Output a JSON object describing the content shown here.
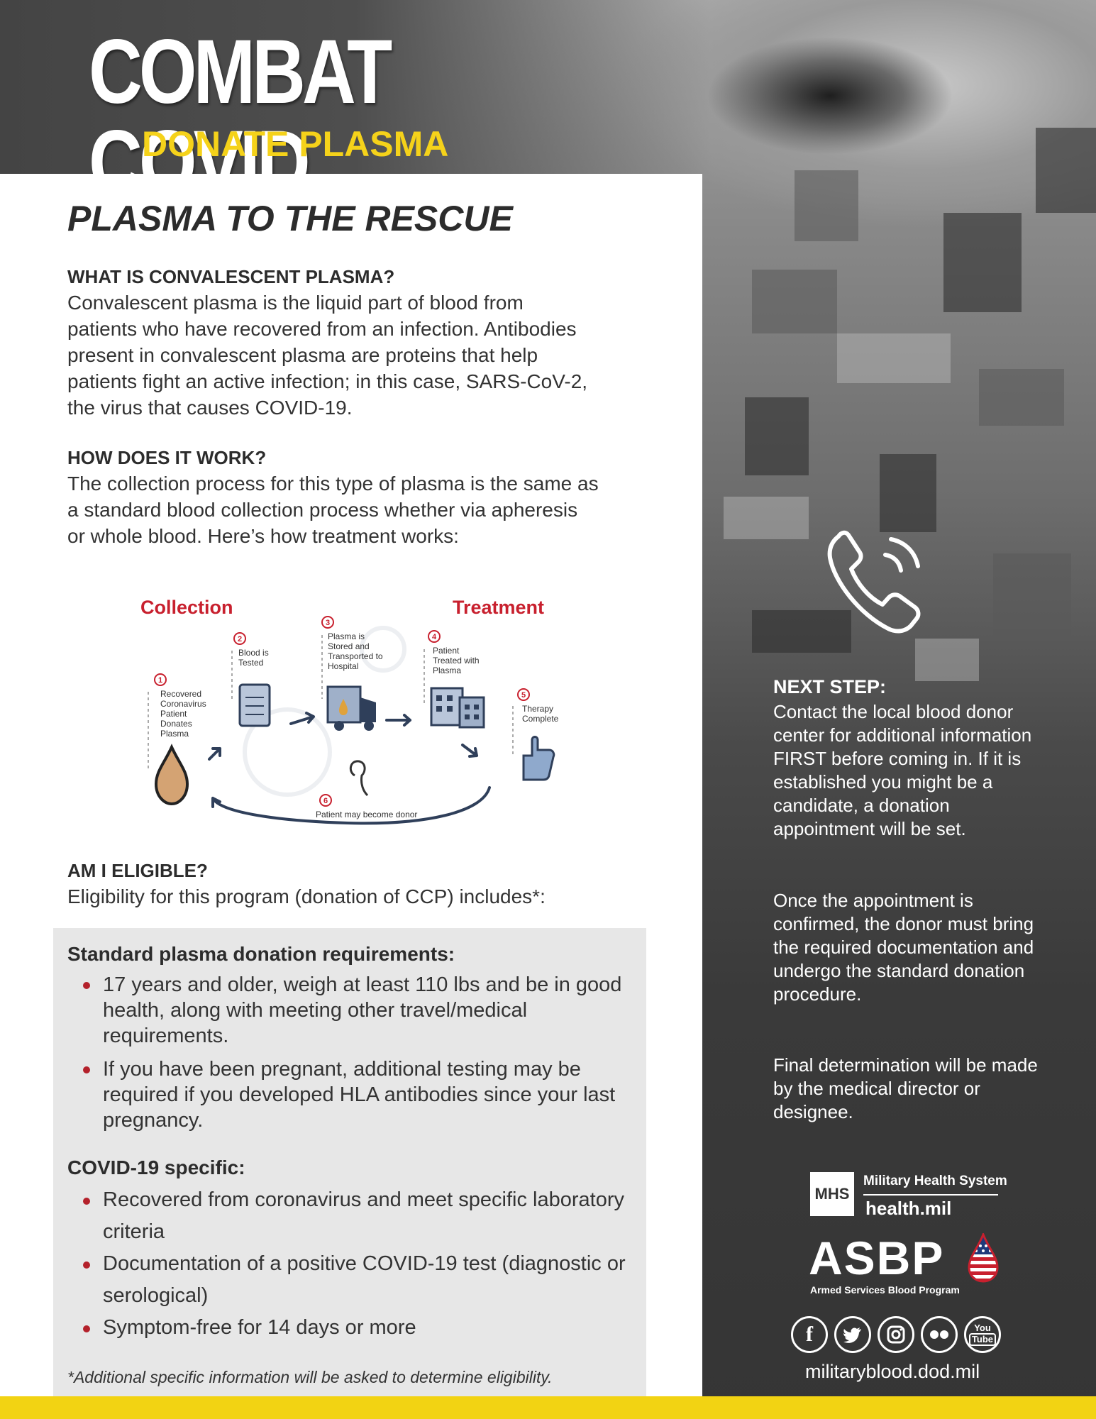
{
  "header": {
    "title": "COMBAT COVID",
    "subtitle": "DONATE PLASMA"
  },
  "main": {
    "title": "PLASMA TO THE RESCUE",
    "sections": [
      {
        "heading": "WHAT IS CONVALESCENT PLASMA?",
        "lines": [
          "Convalescent plasma is the liquid part of blood from",
          "patients who have recovered from an infection. Antibodies",
          "present in convalescent plasma are proteins that help",
          "patients fight an active infection; in this case, SARS-CoV-2,",
          "the virus that causes COVID-19."
        ]
      },
      {
        "heading": "HOW DOES IT WORK?",
        "lines": [
          "The collection process for this type of plasma is the same as",
          "a standard blood collection process whether via apheresis",
          "or whole blood. Here’s how treatment works:"
        ]
      },
      {
        "heading": "AM I ELIGIBLE?",
        "lines": [
          "Eligibility for this program (donation of CCP) includes*:"
        ]
      }
    ],
    "diagram": {
      "collection_label": "Collection",
      "treatment_label": "Treatment",
      "steps": [
        {
          "num": "1",
          "lines": [
            "Recovered",
            "Coronavirus",
            "Patient",
            "Donates",
            "Plasma"
          ]
        },
        {
          "num": "2",
          "lines": [
            "Blood is",
            "Tested"
          ]
        },
        {
          "num": "3",
          "lines": [
            "Plasma is",
            "Stored and",
            "Transported to",
            "Hospital"
          ]
        },
        {
          "num": "4",
          "lines": [
            "Patient",
            "Treated with",
            "Plasma"
          ]
        },
        {
          "num": "5",
          "lines": [
            "Therapy",
            "Complete"
          ]
        },
        {
          "num": "6",
          "lines": [
            "Patient may become donor"
          ]
        }
      ]
    },
    "eligibility_box": {
      "standard_heading": "Standard plasma donation requirements:",
      "standard_items": [
        "17 years and older, weigh at least 110 lbs and be in good health, along with meeting other travel/medical requirements.",
        "If you have been pregnant, additional testing may be required if you developed HLA antibodies since your last pregnancy."
      ],
      "covid_heading": "COVID-19 specific:",
      "covid_items": [
        "Recovered from coronavirus and meet specific laboratory criteria",
        "Documentation of a positive COVID-19 test (diagnostic or serological)",
        "Symptom-free for 14 days or more"
      ],
      "footnote": "*Additional specific information will be asked to determine eligibility."
    }
  },
  "sidebar": {
    "phone_icon": "phone-icon",
    "next_heading": "NEXT STEP:",
    "paragraphs": [
      "Contact the local blood donor center for additional information FIRST before coming in. If it is established you might be a candidate, a donation appointment will be set.",
      "Once the appointment is confirmed, the donor must bring the required documentation and undergo the standard donation procedure.",
      "Final determination will be made by the medical director or designee."
    ],
    "mhs": {
      "abbr": "MHS",
      "name": "Military Health System",
      "site": "health.mil"
    },
    "asbp": {
      "name": "ASBP",
      "subtitle": "Armed Services Blood Program"
    },
    "social_icons": [
      "facebook-icon",
      "twitter-icon",
      "instagram-icon",
      "flickr-icon",
      "youtube-icon"
    ],
    "youtube_text": [
      "You",
      "Tube"
    ],
    "website": "militaryblood.dod.mil"
  },
  "colors": {
    "accent_yellow": "#f5d21a",
    "diagram_red": "#c8202e",
    "bullet_red": "#b4212b",
    "diagram_navy": "#2f3f5a",
    "panel_white": "#ffffff",
    "box_grey": "#e7e7e7"
  }
}
